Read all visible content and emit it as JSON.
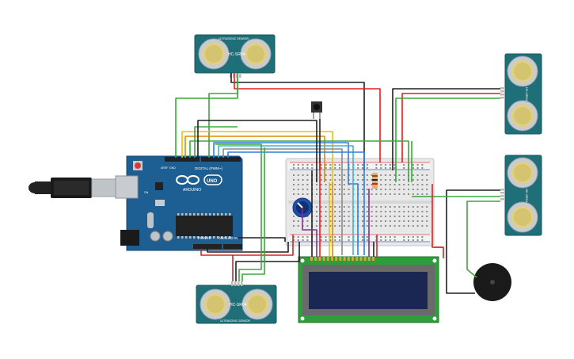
{
  "colors": {
    "background": "#ffffff",
    "arduino_board": "#1d5f93",
    "sensor_board": "#1f6f78",
    "breadboard": "#e8e8e8",
    "lcd_board": "#2d9e3a",
    "lcd_screen": "#1b2753",
    "buzzer": "#1a1a1a",
    "wire_red": "#e02020",
    "wire_black": "#202020",
    "wire_green": "#3aa83a",
    "wire_yellow": "#e8c400",
    "wire_orange": "#e08a00",
    "wire_blue": "#2e7fd8",
    "wire_cyan": "#3cb4d8",
    "wire_purple": "#8a2a9a",
    "wire_gray": "#8a8a8a"
  },
  "arduino": {
    "brand": "ARDUINO",
    "model": "UNO",
    "digital_label": "DIGITAL (PWM~)",
    "power_label": "POWER",
    "analog_label": "ANALOG IN",
    "aref_label": "AREF",
    "gnd_label": "GND",
    "on_label": "ON"
  },
  "sensors": {
    "top": {
      "chip": "HC-SR04",
      "side_text": "ULTRASONIC SENSOR"
    },
    "right_top": {
      "chip": "HC-SR04",
      "side_text": "ULTRASONIC"
    },
    "right_bottom": {
      "chip": "HC-SR04",
      "side_text": "ULTRASONIC"
    },
    "bottom": {
      "chip": "HC-SR04",
      "side_text": "ULTRASONIC SENSOR"
    }
  },
  "components": {
    "potentiometer": "potentiometer",
    "pushbutton": "pushbutton",
    "resistor": "resistor",
    "buzzer": "piezo buzzer",
    "lcd": "16x2 LCD"
  }
}
